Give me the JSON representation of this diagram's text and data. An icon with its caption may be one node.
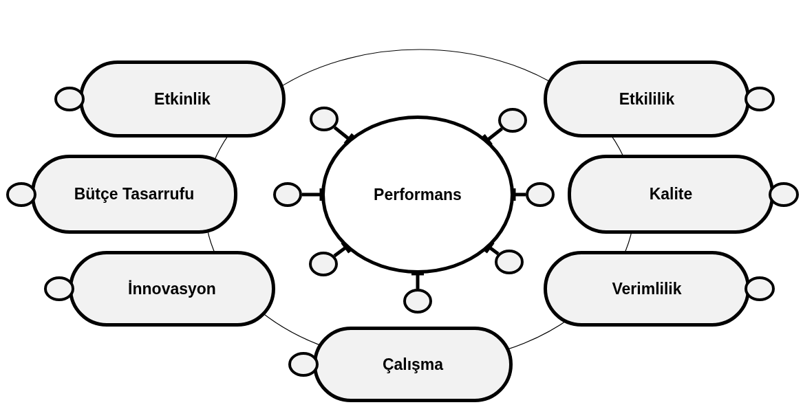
{
  "diagram": {
    "nodes": [
      {
        "text": [
          "Etkinlik"
        ]
      },
      {
        "text": [
          "Etkililik"
        ]
      },
      {
        "text": [
          "Bütçe Tasarrufu"
        ]
      },
      {
        "text": [
          "Performans"
        ]
      },
      {
        "text": [
          "Kalite"
        ]
      },
      {
        "text": [
          "İnnovasyon"
        ]
      },
      {
        "text": [
          "Verimlilik"
        ]
      },
      {
        "text": [
          "Çalışma"
        ]
      },
      {
        "text": [],
        "shape": "circle"
      },
      {
        "text": [],
        "shape": "circle"
      },
      {
        "text": [],
        "shape": "circle"
      },
      {
        "text": [],
        "shape": "circle"
      },
      {
        "text": [],
        "shape": "circle"
      },
      {
        "text": [],
        "shape": "circle"
      },
      {
        "text": [],
        "shape": "circle"
      },
      {
        "text": [],
        "shape": "circle"
      },
      {
        "text": [],
        "shape": "circle"
      },
      {
        "text": [],
        "shape": "circle"
      },
      {
        "text": [],
        "shape": "circle"
      },
      {
        "text": [],
        "shape": "circle"
      },
      {
        "text": [],
        "shape": "circle"
      },
      {
        "text": [],
        "shape": "circle"
      }
    ],
    "edges": [
      {
        "from": 3,
        "to": 8,
        "arrow": "other"
      },
      {
        "from": 3,
        "to": 9,
        "arrow": "other"
      },
      {
        "from": 3,
        "to": 10,
        "arrow": "other"
      },
      {
        "from": 3,
        "to": 11,
        "arrow": "other"
      },
      {
        "from": 3,
        "to": 12,
        "arrow": "other"
      },
      {
        "from": 3,
        "to": 13,
        "arrow": "other"
      },
      {
        "from": 3,
        "to": 14,
        "arrow": "other"
      }
    ]
  }
}
